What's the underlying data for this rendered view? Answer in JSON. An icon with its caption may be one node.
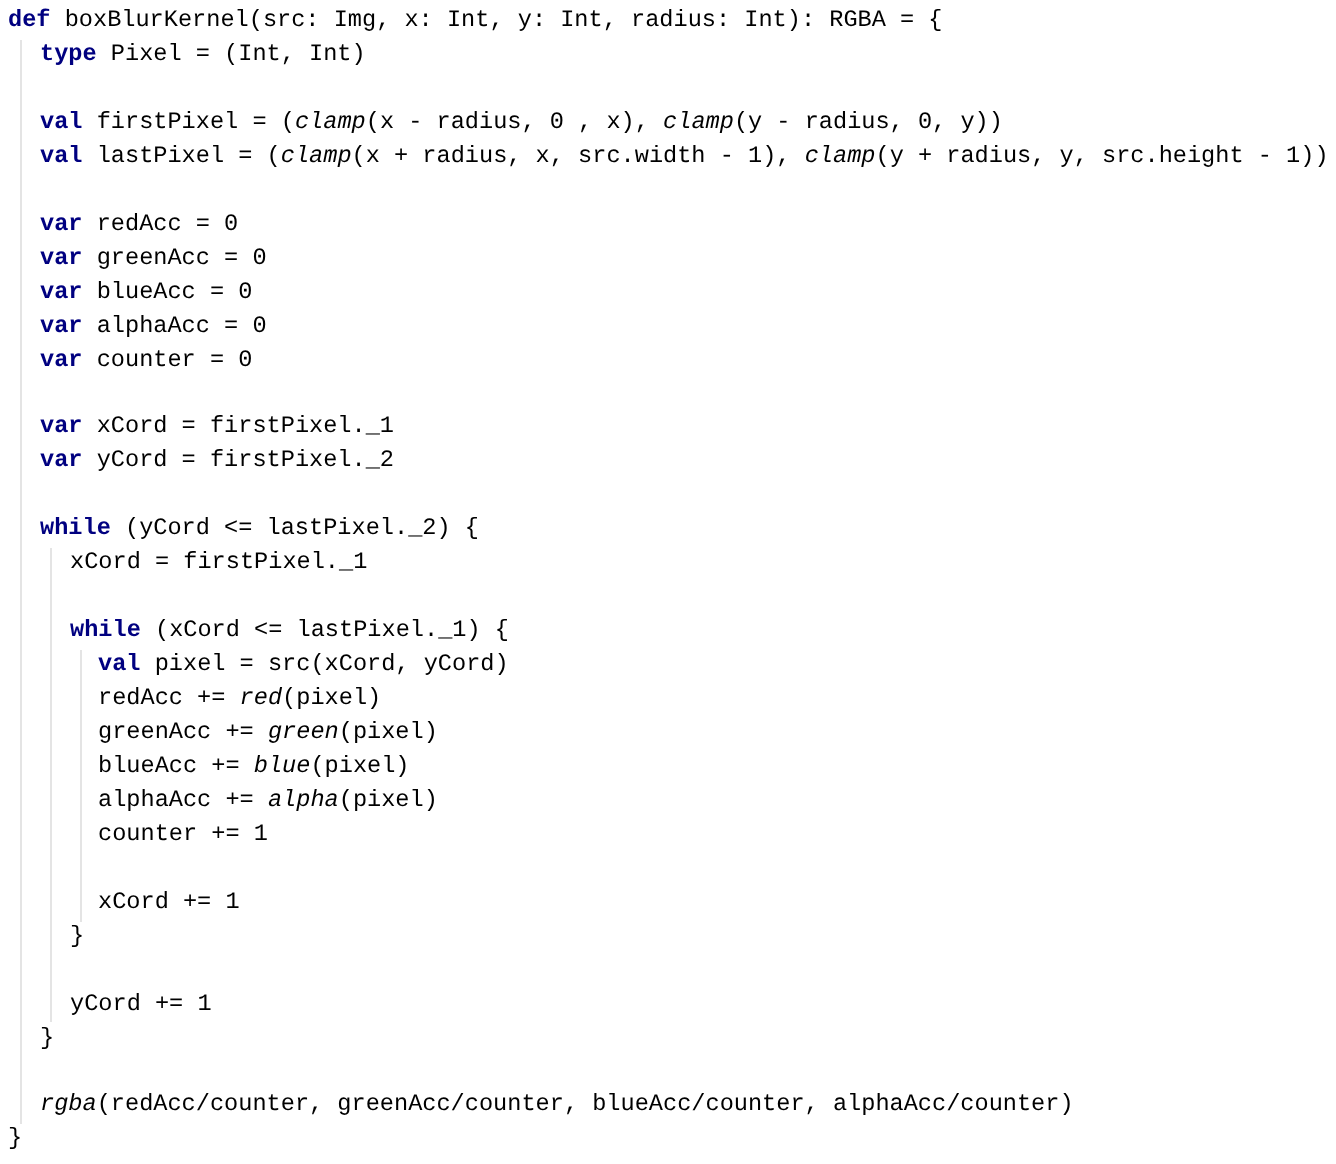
{
  "diagram": {
    "labels": [
      "**def** boxBlurKernel(src: Img, x: Int, y: Int, radius: Int): RGBA = {",
      "**type** Pixel = (Int, Int)",
      "**val** firstPixel = (*clamp*(x - radius, 0 , x), *clamp*(y - radius, 0, y))",
      "**val** lastPixel = (*clamp*(x + radius, x, src.width - 1), *clamp*(y + radius, y, src.height - 1))",
      "**var** redAcc = 0",
      "**var** greenAcc = 0",
      "**var** blueAcc = 0",
      "**var** alphaAcc = 0",
      "**var** counter = 0",
      "**var** xCord = firstPixel._1",
      "**var** yCord = firstPixel._2",
      "**while** (yCord <= lastPixel._2) {",
      "xCord = firstPixel._1",
      "**while** (xCord <= lastPixel._1) {",
      "**val** pixel = src(xCord, yCord)",
      "redAcc += *red*(pixel)",
      "greenAcc += *green*(pixel)",
      "blueAcc += *blue*(pixel)",
      "alphaAcc += *alpha*(pixel)",
      "counter += 1",
      "xCord += 1",
      "}",
      "yCord += 1",
      "}",
      "*rgba*(redAcc/counter, greenAcc/counter, blueAcc/counter, alphaAcc/counter)",
      "}"
    ]
  }
}
